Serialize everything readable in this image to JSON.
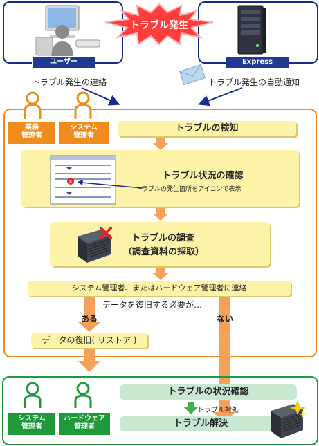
{
  "top": {
    "alert_label": "トラブル発生",
    "user_tag": "ユーザー",
    "server_tag": "Express",
    "user_contact": "トラブル発生の連絡",
    "auto_notify": "トラブル発生の自動通知"
  },
  "middle": {
    "roles": [
      {
        "label": "業務\n管理者"
      },
      {
        "label": "システム\n管理者"
      }
    ],
    "detect": "トラブルの検知",
    "status_check": "トラブル状況の確認",
    "icon_note": "トラブルの発生箇所をアイコンで表示",
    "investigate_title": "トラブルの調査",
    "investigate_sub": "（調査資料の採取）",
    "contact": "システム管理者、またはハードウェア管理者に連絡",
    "question": "データを復旧する必要が…",
    "yes": "ある",
    "no": "ない",
    "restore": "データの復旧( リストア )"
  },
  "bottom": {
    "roles": [
      {
        "label": "システム\n管理者"
      },
      {
        "label": "ハードウェア\n管理者"
      }
    ],
    "status_confirm": "トラブルの状況確認",
    "handle": "トラブル対処",
    "resolved": "トラブル解決"
  },
  "colors": {
    "navy": "#1a2a8a",
    "orange": "#f08c1e",
    "green": "#1e9a3a",
    "yellow": "#fdf3a8",
    "mint": "#c9e8d2"
  }
}
